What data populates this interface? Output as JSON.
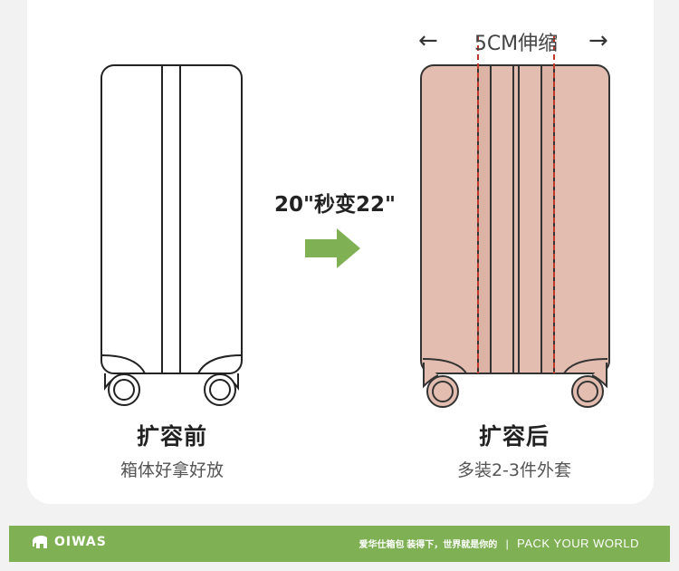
{
  "before": {
    "title": "扩容前",
    "subtitle": "箱体好拿好放"
  },
  "after": {
    "title": "扩容后",
    "subtitle": "多装2-3件外套"
  },
  "stretch_label": "5CM伸缩",
  "transform_label": "20\"秒变22\"",
  "footer": {
    "brand": "OIWAS",
    "slogan_cn": "爱华仕箱包 装得下，世界就是你的",
    "separator": "|",
    "slogan_en": "PACK YOUR WORLD"
  },
  "colors": {
    "accent_green": "#7fb054",
    "suitcase_pink": "#e3bdaf",
    "dash_red": "#c0392b"
  }
}
